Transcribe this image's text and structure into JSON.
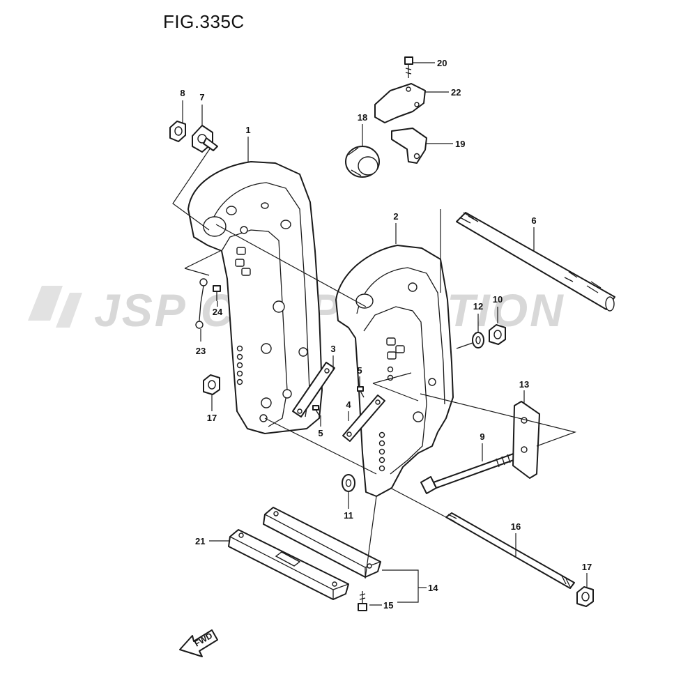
{
  "figure": {
    "title": "FIG.335C"
  },
  "watermark": {
    "text": "JSP CORPORATION"
  },
  "direction_arrow": {
    "text": "FWD"
  },
  "callouts": [
    {
      "id": "c1",
      "label": "1"
    },
    {
      "id": "c2",
      "label": "2"
    },
    {
      "id": "c3",
      "label": "3"
    },
    {
      "id": "c4",
      "label": "4"
    },
    {
      "id": "c5a",
      "label": "5"
    },
    {
      "id": "c5b",
      "label": "5"
    },
    {
      "id": "c6",
      "label": "6"
    },
    {
      "id": "c7",
      "label": "7"
    },
    {
      "id": "c8",
      "label": "8"
    },
    {
      "id": "c9",
      "label": "9"
    },
    {
      "id": "c10",
      "label": "10"
    },
    {
      "id": "c11",
      "label": "11"
    },
    {
      "id": "c12",
      "label": "12"
    },
    {
      "id": "c13",
      "label": "13"
    },
    {
      "id": "c14",
      "label": "14"
    },
    {
      "id": "c15",
      "label": "15"
    },
    {
      "id": "c16",
      "label": "16"
    },
    {
      "id": "c17a",
      "label": "17"
    },
    {
      "id": "c17b",
      "label": "17"
    },
    {
      "id": "c18",
      "label": "18"
    },
    {
      "id": "c19",
      "label": "19"
    },
    {
      "id": "c20",
      "label": "20"
    },
    {
      "id": "c21",
      "label": "21"
    },
    {
      "id": "c22",
      "label": "22"
    },
    {
      "id": "c23",
      "label": "23"
    },
    {
      "id": "c24",
      "label": "24"
    }
  ]
}
